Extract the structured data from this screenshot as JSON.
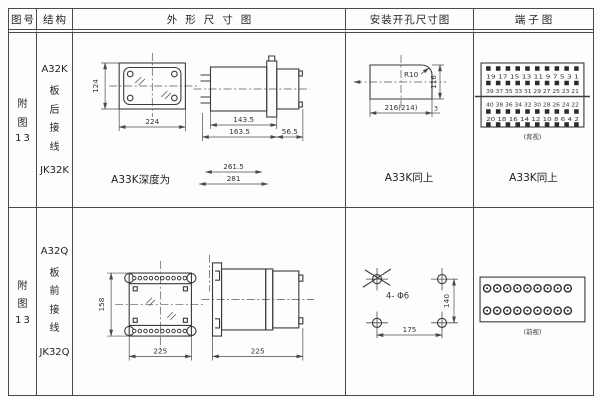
{
  "header": {
    "col_fig": "图号",
    "col_structure": "结构",
    "col_outline": "外形尺寸图",
    "col_mounting": "安装开孔尺寸图",
    "col_terminal": "端子图"
  },
  "row1": {
    "fig_label": "附图",
    "fig_num": "13",
    "model": "A32K",
    "wiring": "板后接线",
    "alt_model": "JK32K",
    "outline": {
      "front_height": "124",
      "front_width": "224",
      "side_dim_inner": "143.5",
      "side_dim_outer": "163.5",
      "side_dim_rear": "56.5",
      "depth_label": "A33K深度为",
      "depth_dim_inner": "261.5",
      "depth_dim_outer": "281"
    },
    "mounting": {
      "corner_radius": "R10",
      "width": "216(214)",
      "height": "116",
      "edge_gap": "3",
      "note": "A33K同上"
    },
    "terminal": {
      "numbers_row1": "19 17 15 13 11 9 7 5 3 1",
      "numbers_row2": "39 37 35 33 31 29 27 25 23 21",
      "numbers_row3": "40 38 36 34 32 30 28 26 24 22",
      "numbers_row4": "20 18 16 14 12 10 8 6 4 2",
      "caption": "(背视)",
      "note": "A33K同上"
    }
  },
  "row2": {
    "fig_label": "附图",
    "fig_num": "13",
    "model": "A32Q",
    "wiring": "板前接线",
    "alt_model": "JK32Q",
    "outline": {
      "front_height": "158",
      "front_width": "225",
      "side_width": "225"
    },
    "mounting": {
      "holes_label": "4- Φ6",
      "width": "175",
      "height": "140"
    },
    "terminal": {
      "caption": "(前视)"
    }
  },
  "colors": {
    "grid_line": "#4a4a4a",
    "drawing_line": "#3c3c3c",
    "background": "#fdfdfd"
  }
}
